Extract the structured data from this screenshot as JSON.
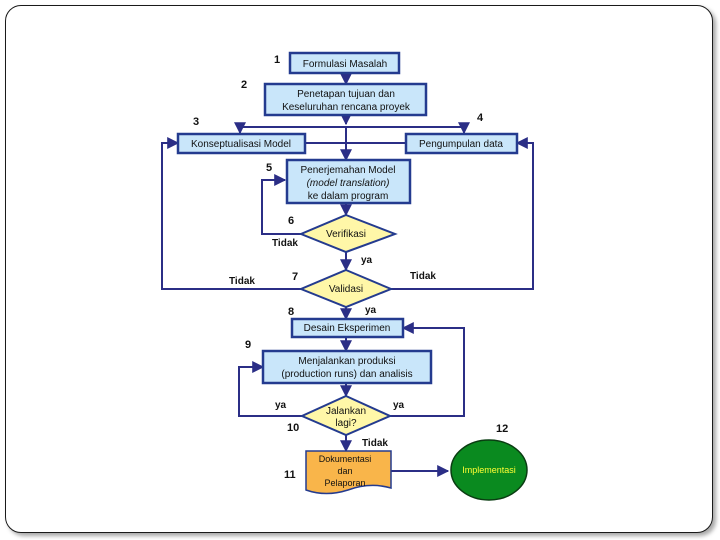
{
  "flowchart": {
    "steps": {
      "s1": {
        "number": "1",
        "lines": [
          "Formulasi Masalah"
        ]
      },
      "s2": {
        "number": "2",
        "lines": [
          "Penetapan tujuan dan",
          "Keseluruhan rencana proyek"
        ]
      },
      "s3": {
        "number": "3",
        "lines": [
          "Konseptualisasi Model"
        ]
      },
      "s4": {
        "number": "4",
        "lines": [
          "Pengumpulan data"
        ]
      },
      "s5": {
        "number": "5",
        "lines": [
          "Penerjemahan Model",
          "(model translation)",
          "ke dalam program"
        ]
      },
      "s6": {
        "number": "6",
        "lines": [
          "Verifikasi"
        ]
      },
      "s7": {
        "number": "7",
        "lines": [
          "Validasi"
        ]
      },
      "s8": {
        "number": "8",
        "lines": [
          "Desain Eksperimen"
        ]
      },
      "s9": {
        "number": "9",
        "lines": [
          "Menjalankan produksi",
          "(production runs) dan analisis"
        ]
      },
      "s10": {
        "number": "10",
        "lines": [
          "Jalankan",
          "lagi?"
        ]
      },
      "s11": {
        "number": "11",
        "lines": [
          "Dokumentasi",
          "dan",
          "Pelaporan"
        ]
      },
      "s12": {
        "number": "12",
        "lines": [
          "Implementasi"
        ]
      }
    },
    "edge_labels": {
      "verifikasi_no": "Tidak",
      "verifikasi_yes": "ya",
      "validasi_no_left": "Tidak",
      "validasi_no_right": "Tidak",
      "validasi_yes": "ya",
      "jalankan_yes_left": "ya",
      "jalankan_yes_right": "ya",
      "jalankan_no": "Tidak"
    },
    "colors": {
      "box_fill": "#c9e6fa",
      "box_border": "#243b8f",
      "diamond_fill": "#fff7a8",
      "arrow": "#2b2e86",
      "doc_fill": "#f9b54a",
      "circle_fill": "#0a8a1f",
      "circle_text": "#ffff33"
    }
  }
}
